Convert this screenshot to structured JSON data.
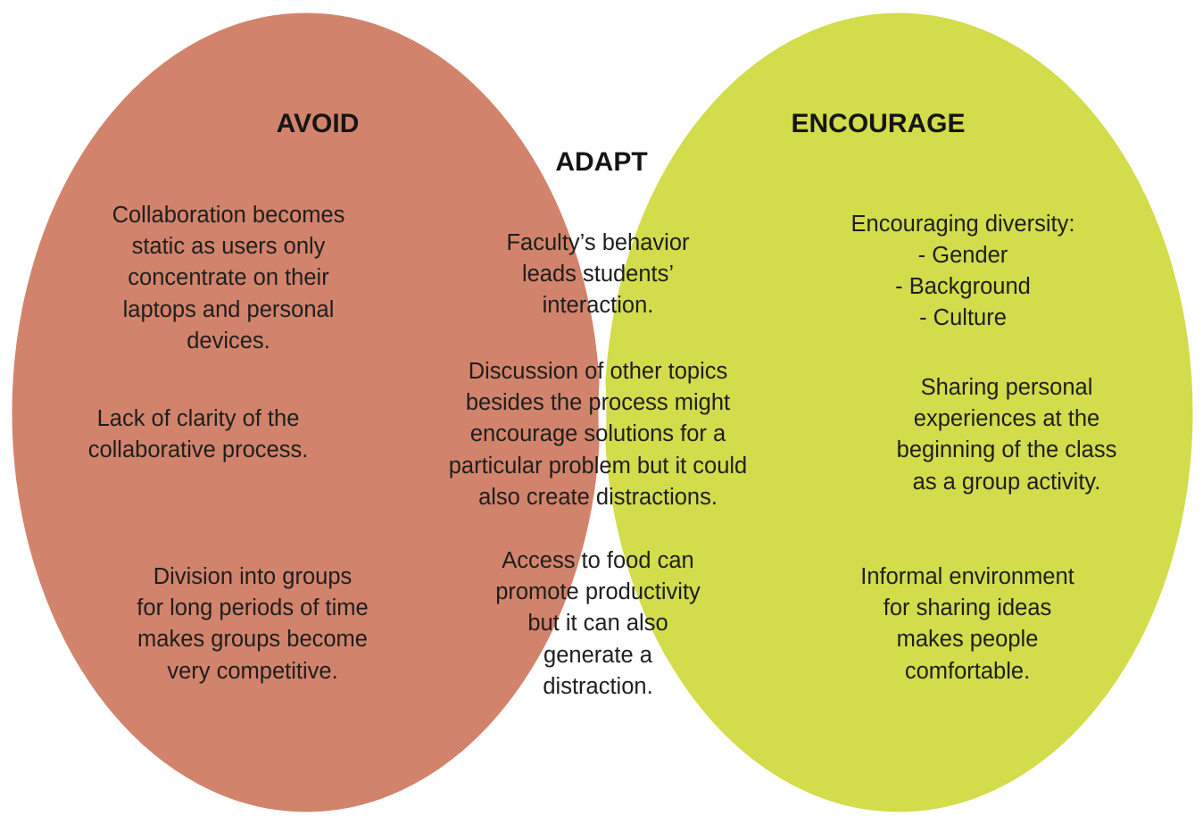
{
  "colors": {
    "avoid_fill": "#D2836C",
    "encourage_fill": "#D3DC4A",
    "adapt_fill": "#B4B4B4",
    "stroke": "#FFFFFF",
    "text": "#1E1E1E"
  },
  "avoid": {
    "heading": "AVOID",
    "items": [
      "Collaboration becomes\nstatic as users only\nconcentrate on their\nlaptops and personal\ndevices.",
      "Lack of clarity of the\ncollaborative process.",
      "Division into groups\nfor long periods of time\nmakes groups become\nvery competitive."
    ]
  },
  "adapt": {
    "heading": "ADAPT",
    "items": [
      "Faculty’s behavior\nleads students’\ninteraction.",
      "Discussion of other topics\nbesides the process might\nencourage solutions for a\nparticular problem but it could\nalso create distractions.",
      "Access to food can\npromote productivity\nbut it can also\ngenerate a\ndistraction."
    ]
  },
  "encourage": {
    "heading": "ENCOURAGE",
    "items": [
      "Encouraging diversity:",
      "- Gender\n- Background\n- Culture",
      "Sharing personal\nexperiences at the\nbeginning of the class\nas a group activity.",
      "Informal environment\nfor sharing ideas\nmakes people\ncomfortable."
    ]
  }
}
